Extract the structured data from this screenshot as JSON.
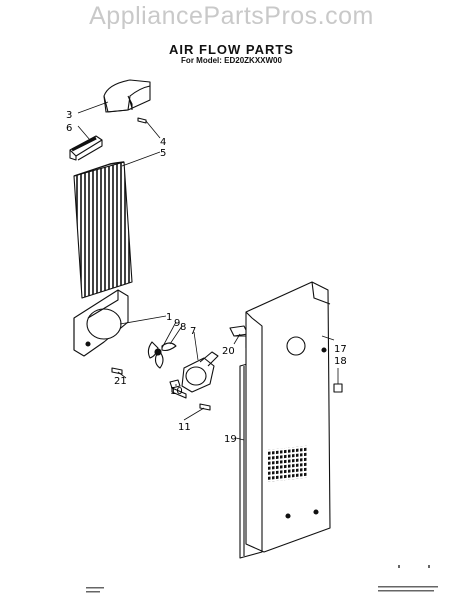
{
  "watermark": "AppliancePartsPros.com",
  "title": "AIR FLOW PARTS",
  "subtitle": "For Model: ED20ZKXXW00",
  "callouts": [
    {
      "id": "c1",
      "text": "1"
    },
    {
      "id": "c3",
      "text": "3"
    },
    {
      "id": "c4",
      "text": "4"
    },
    {
      "id": "c5",
      "text": "5"
    },
    {
      "id": "c6",
      "text": "6"
    },
    {
      "id": "c7",
      "text": "7"
    },
    {
      "id": "c8",
      "text": "8"
    },
    {
      "id": "c9",
      "text": "9"
    },
    {
      "id": "c10",
      "text": "10"
    },
    {
      "id": "c11",
      "text": "11"
    },
    {
      "id": "c17",
      "text": "17"
    },
    {
      "id": "c18",
      "text": "18"
    },
    {
      "id": "c19",
      "text": "19"
    },
    {
      "id": "c20",
      "text": "20"
    },
    {
      "id": "c21",
      "text": "21"
    }
  ]
}
